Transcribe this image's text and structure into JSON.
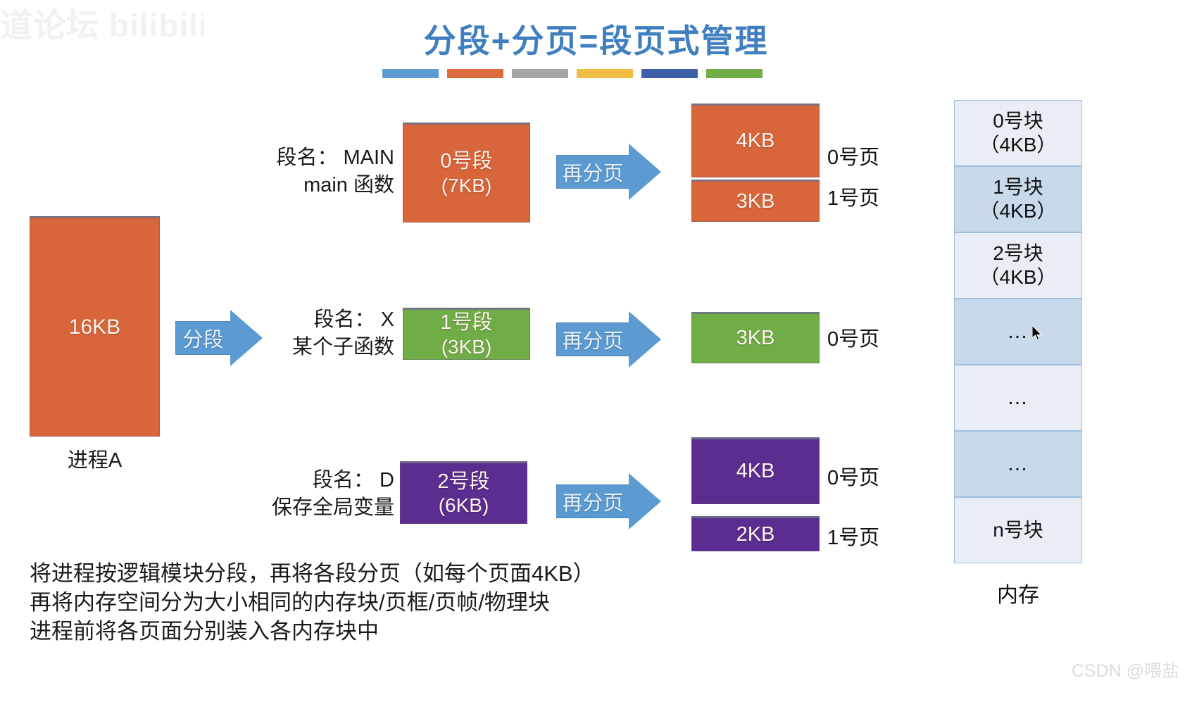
{
  "title": "分段+分页=段页式管理",
  "title_color": "#3f7fbf",
  "title_bar_colors": [
    "#5b9bd1",
    "#dd6b3e",
    "#a5a5a5",
    "#f0bc41",
    "#3c5fa8",
    "#71ad47"
  ],
  "process": {
    "size_label": "16KB",
    "caption": "进程A",
    "color": "#d9653b"
  },
  "segment_arrow": {
    "label": "分段"
  },
  "rows": [
    {
      "seg_name_line1": "段名： MAIN",
      "seg_name_line2": "main 函数",
      "segment_title": "0号段",
      "segment_size": "(7KB)",
      "segment_color": "#d9653b",
      "repage_label": "再分页",
      "pages": [
        {
          "size": "4KB",
          "label": "0号页"
        },
        {
          "size": "3KB",
          "label": "1号页"
        }
      ]
    },
    {
      "seg_name_line1": "段名： X",
      "seg_name_line2": "某个子函数",
      "segment_title": "1号段",
      "segment_size": "(3KB)",
      "segment_color": "#70ad47",
      "repage_label": "再分页",
      "pages": [
        {
          "size": "3KB",
          "label": "0号页"
        }
      ]
    },
    {
      "seg_name_line1": "段名： D",
      "seg_name_line2": "保存全局变量",
      "segment_title": "2号段",
      "segment_size": "(6KB)",
      "segment_color": "#5b2d90",
      "repage_label": "再分页",
      "pages": [
        {
          "size": "4KB",
          "label": "0号页"
        },
        {
          "size": "2KB",
          "label": "1号页"
        }
      ]
    }
  ],
  "memory": {
    "caption": "内存",
    "cells": [
      {
        "line1": "0号块",
        "line2": "（4KB）",
        "shade": "light"
      },
      {
        "line1": "1号块",
        "line2": "（4KB）",
        "shade": "dark"
      },
      {
        "line1": "2号块",
        "line2": "（4KB）",
        "shade": "light"
      },
      {
        "line1": "…",
        "line2": "",
        "shade": "dark"
      },
      {
        "line1": "…",
        "line2": "",
        "shade": "light"
      },
      {
        "line1": "…",
        "line2": "",
        "shade": "dark"
      },
      {
        "line1": "n号块",
        "line2": "",
        "shade": "light"
      }
    ]
  },
  "notes": [
    "将进程按逻辑模块分段，再将各段分页（如每个页面4KB）",
    "再将内存空间分为大小相同的内存块/页框/页帧/物理块",
    "进程前将各页面分别装入各内存块中"
  ],
  "watermarks": {
    "top_left": "道论坛 bilibili",
    "bottom_right": "CSDN @喂盐"
  }
}
